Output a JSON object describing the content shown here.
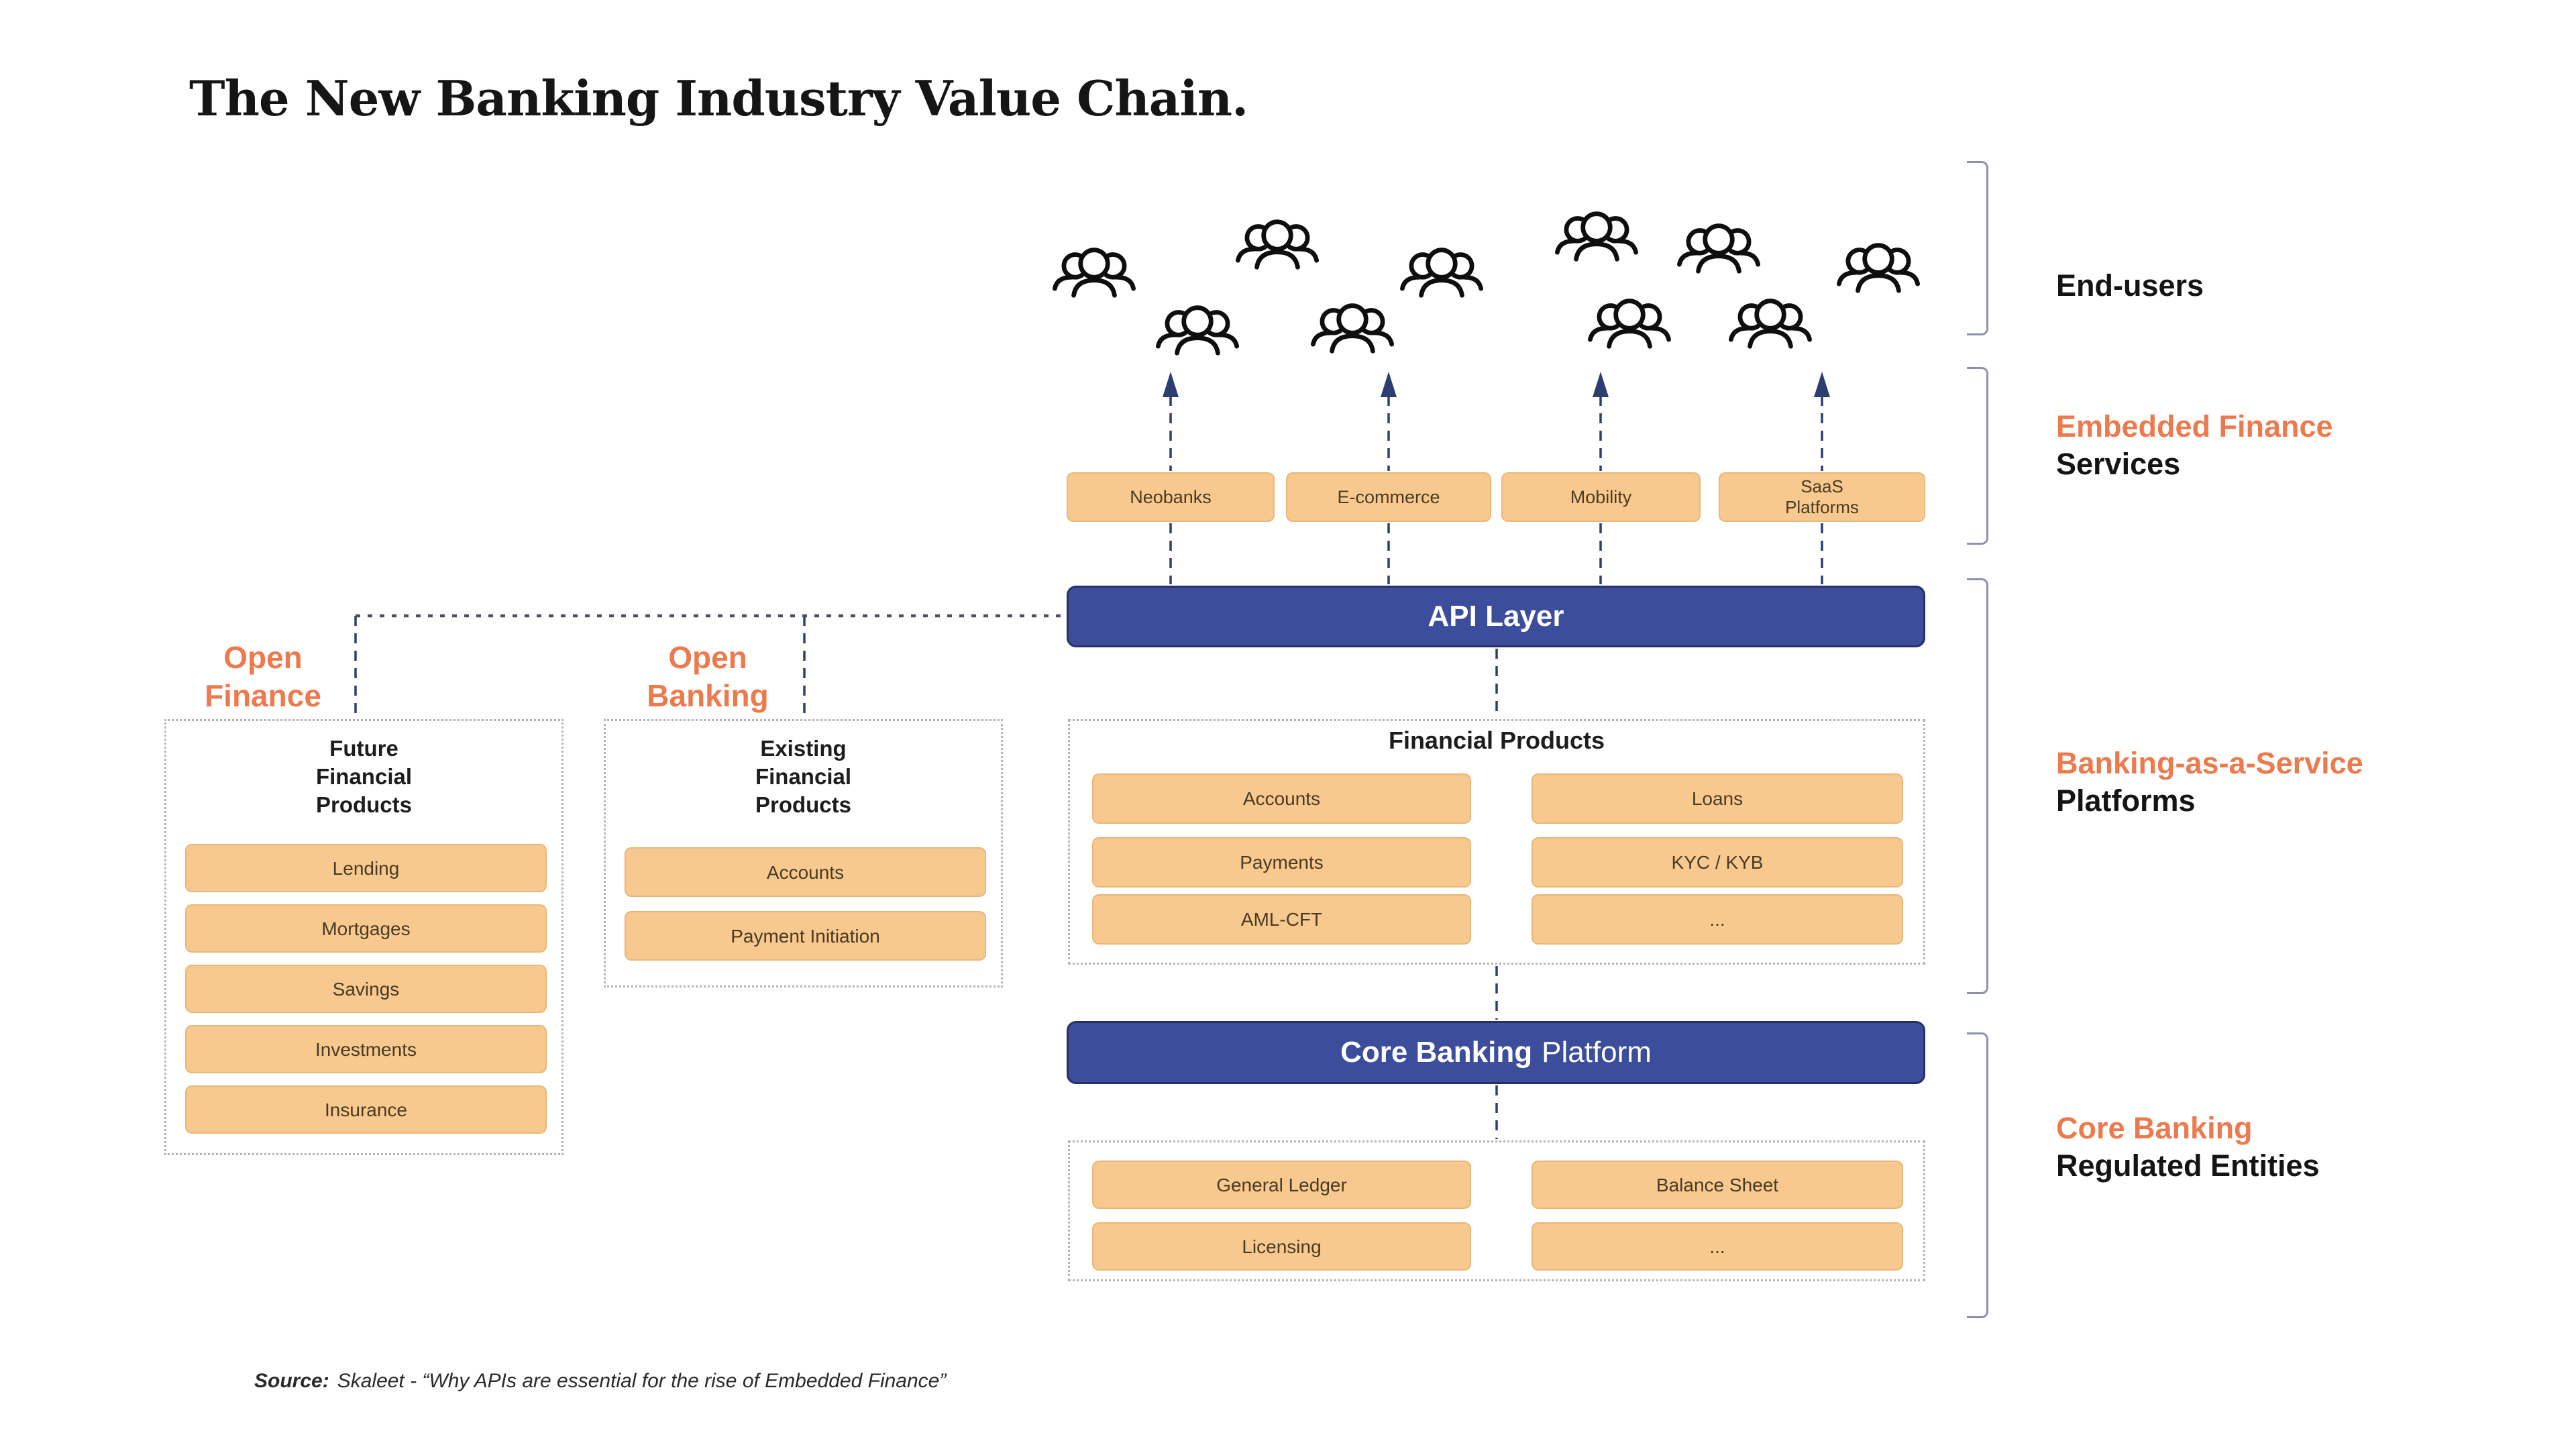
{
  "title": "The New Banking Industry Value Chain.",
  "colors": {
    "accent_orange": "#ED7A4D",
    "box_orange": "#F7C98F",
    "navy": "#3B4D9B",
    "dash_navy": "#2B3E6F",
    "bracket_gray": "#8C91AE"
  },
  "sections": {
    "end_users": {
      "label": "End-users"
    },
    "embedded_finance": {
      "accent": "Embedded Finance",
      "rest": "Services"
    },
    "baas": {
      "accent": "Banking-as-a-Service",
      "rest": "Platforms"
    },
    "core_banking": {
      "accent": "Core Banking",
      "rest": "Regulated Entities"
    }
  },
  "services": [
    "Neobanks",
    "E-commerce",
    "Mobility",
    "SaaS Platforms"
  ],
  "api_layer": {
    "label": "API Layer"
  },
  "open_finance": {
    "label": "Open Finance",
    "box_title": "Future Financial Products",
    "items": [
      "Lending",
      "Mortgages",
      "Savings",
      "Investments",
      "Insurance"
    ]
  },
  "open_banking": {
    "label": "Open Banking",
    "box_title": "Existing Financial Products",
    "items": [
      "Accounts",
      "Payment Initiation"
    ]
  },
  "financial_products": {
    "title": "Financial Products",
    "left_items": [
      "Accounts",
      "Payments",
      "AML-CFT"
    ],
    "right_items": [
      "Loans",
      "KYC / KYB",
      "..."
    ]
  },
  "core_banking_platform": {
    "bold": "Core Banking",
    "rest": "Platform"
  },
  "core_banking_items": {
    "left_items": [
      "General Ledger",
      "Licensing"
    ],
    "right_items": [
      "Balance Sheet",
      "..."
    ]
  },
  "source": {
    "prefix": "Source:",
    "text": "Skaleet - “Why APIs are essential for the rise of Embedded Finance”"
  }
}
